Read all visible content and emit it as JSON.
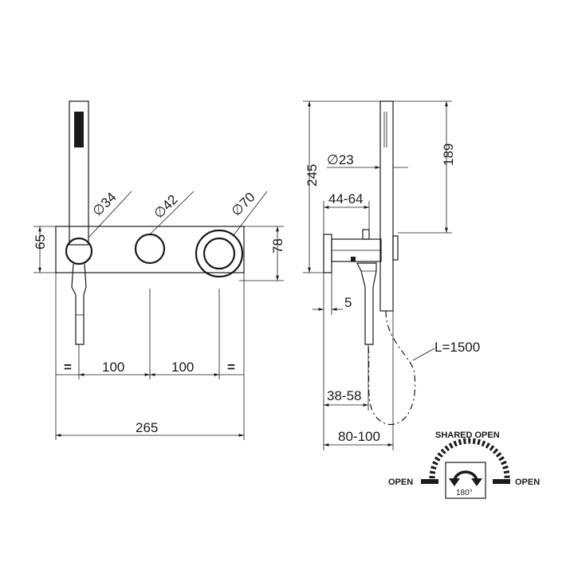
{
  "front_view": {
    "handshower_dia": "34",
    "knob_dia": "42",
    "dial_dia": "70",
    "plate_height": "65",
    "dial_height": "78",
    "spacing_left_eq": "=",
    "spacing_1": "100",
    "spacing_2": "100",
    "spacing_right_eq": "=",
    "total_width": "265",
    "diameter_symbol": "∅"
  },
  "side_view": {
    "total_height": "245",
    "upper_height": "189",
    "tube_dia": "23",
    "body_depth": "44-64",
    "plate_thickness": "5",
    "hose_length": "L=1500",
    "handshower_offset": "38-58",
    "overall_depth": "80-100"
  },
  "selector_legend": {
    "shared_open": "SHARED OPEN",
    "open_left": "OPEN",
    "open_right": "OPEN",
    "rotation": "180°"
  }
}
